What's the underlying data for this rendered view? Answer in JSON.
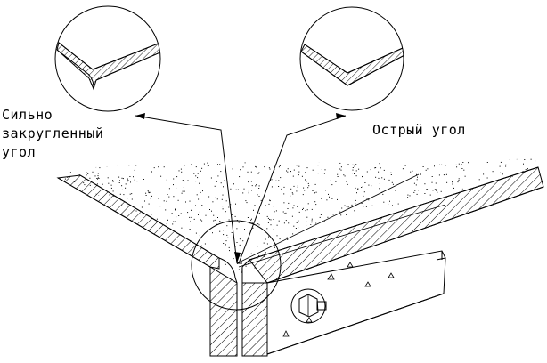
{
  "labels": {
    "rounded_line1": "Сильно",
    "rounded_line2": "закругленный",
    "rounded_line3": "угол",
    "sharp": "Острый угол"
  },
  "colors": {
    "ink": "#000000",
    "paper": "#ffffff"
  },
  "icons": {
    "anchor": "bolt-nut-icon",
    "markers": "triangle-marker-icon"
  }
}
